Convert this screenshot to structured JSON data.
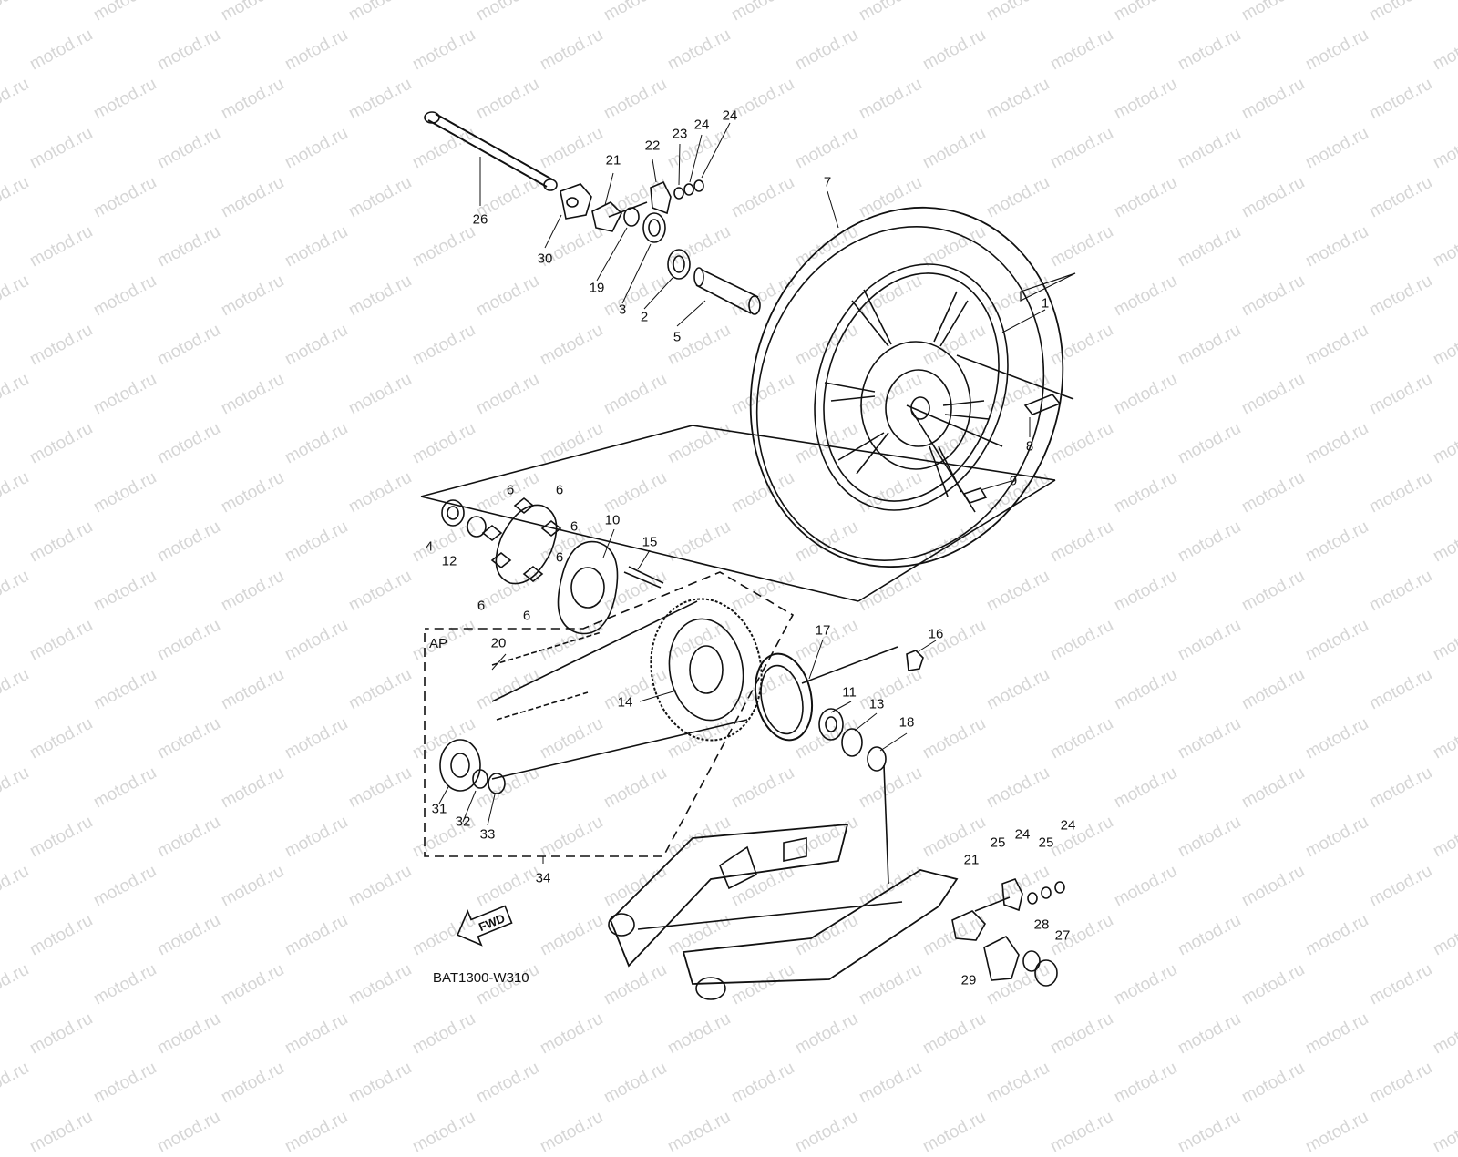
{
  "watermark": "motod.ru",
  "diagram_code": "BAT1300-W310",
  "assembly_label": "AP",
  "fwd_label": "FWD",
  "callouts": [
    "1",
    "2",
    "3",
    "4",
    "5",
    "6",
    "6",
    "6",
    "6",
    "6",
    "6",
    "7",
    "8",
    "9",
    "10",
    "11",
    "12",
    "13",
    "14",
    "15",
    "16",
    "17",
    "18",
    "19",
    "20",
    "21",
    "21",
    "22",
    "23",
    "24",
    "24",
    "24",
    "24",
    "25",
    "25",
    "26",
    "27",
    "28",
    "29",
    "30",
    "31",
    "32",
    "33",
    "34"
  ]
}
